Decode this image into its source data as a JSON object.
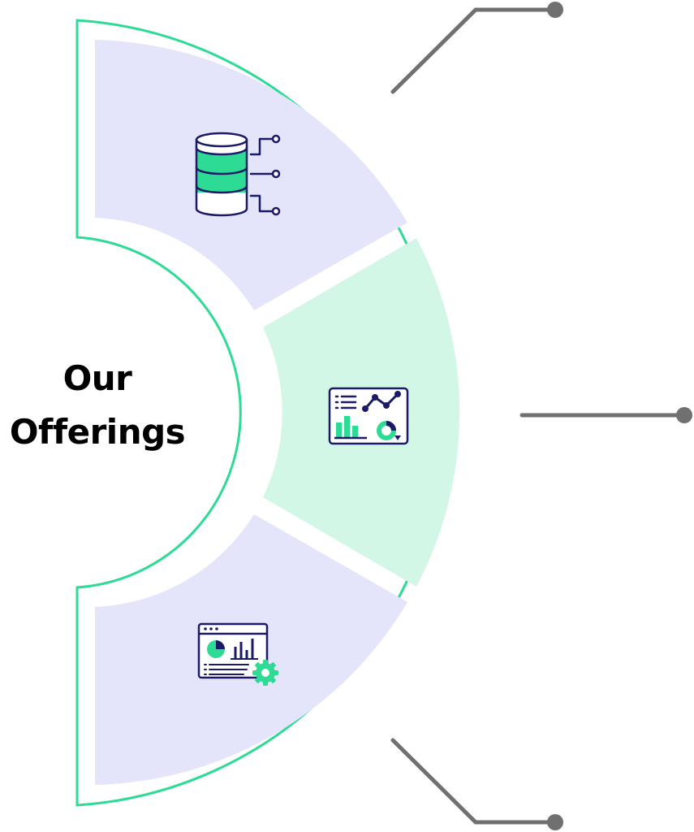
{
  "title": {
    "line1": "Our",
    "line2": "Offerings"
  },
  "segments": [
    {
      "name": "top-segment",
      "icon": "database-network-icon",
      "fill": "#e4e4fb"
    },
    {
      "name": "middle-segment",
      "icon": "analytics-dashboard-icon",
      "fill": "#d2f7e7"
    },
    {
      "name": "bottom-segment",
      "icon": "report-settings-icon",
      "fill": "#e4e4fb"
    }
  ],
  "colors": {
    "outline": "#2edb95",
    "accent": "#2edb95",
    "icon_stroke": "#1a1a66",
    "connector": "#707070"
  }
}
